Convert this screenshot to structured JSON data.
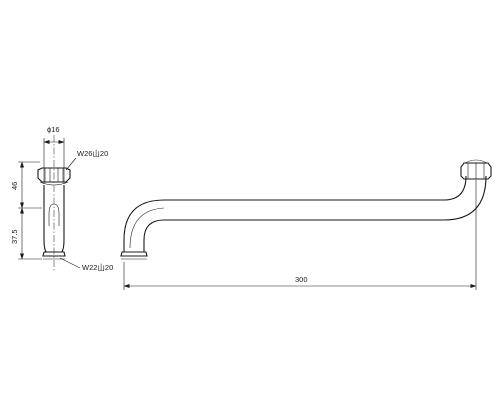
{
  "dimensions": {
    "pipe_diameter": "ϕ16",
    "thread_top": "W26山20",
    "thread_bottom": "W22山20",
    "height_upper": "46",
    "height_lower": "37.5",
    "length": "300"
  }
}
